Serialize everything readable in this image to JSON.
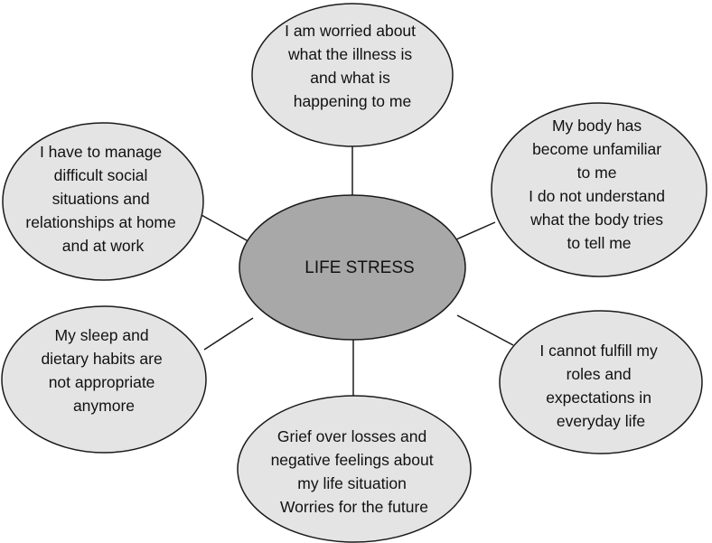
{
  "center": {
    "label": "LIFE STRESS"
  },
  "nodes": [
    {
      "id": "illness-worry",
      "lines": [
        "I am worried about",
        "what the illness is",
        "and what is",
        "happening to me"
      ]
    },
    {
      "id": "body-unfamiliar",
      "lines": [
        "My body has",
        "become unfamiliar",
        "to me",
        "I do not understand",
        "what the body tries",
        "to tell me"
      ]
    },
    {
      "id": "roles-expectations",
      "lines": [
        "I cannot fulfill my",
        "roles and",
        "expectations in",
        "everyday life"
      ]
    },
    {
      "id": "grief-worries",
      "lines": [
        "Grief over losses and",
        "negative feelings about",
        "my life situation",
        "Worries for the future"
      ]
    },
    {
      "id": "sleep-diet",
      "lines": [
        "My sleep and",
        "dietary habits are",
        "not appropriate",
        "anymore"
      ]
    },
    {
      "id": "social-situations",
      "lines": [
        "I have to manage",
        "difficult social",
        "situations and",
        "relationships at home",
        "and at work"
      ]
    }
  ]
}
